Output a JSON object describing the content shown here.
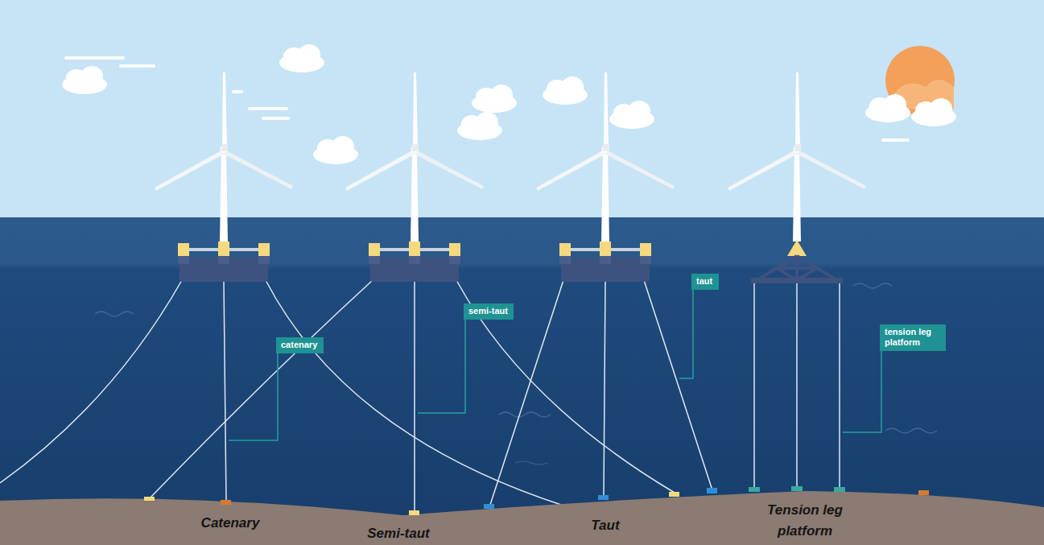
{
  "diagram": {
    "nodes": [
      {
        "text": [
          "catenary"
        ]
      },
      {
        "text": [
          "semi-taut"
        ]
      },
      {
        "text": [
          "taut"
        ]
      },
      {
        "text": [
          "tension leg platform"
        ]
      }
    ],
    "labels": [
      "Catenary",
      "Semi-taut",
      "Taut",
      "Tension leg platform"
    ]
  }
}
